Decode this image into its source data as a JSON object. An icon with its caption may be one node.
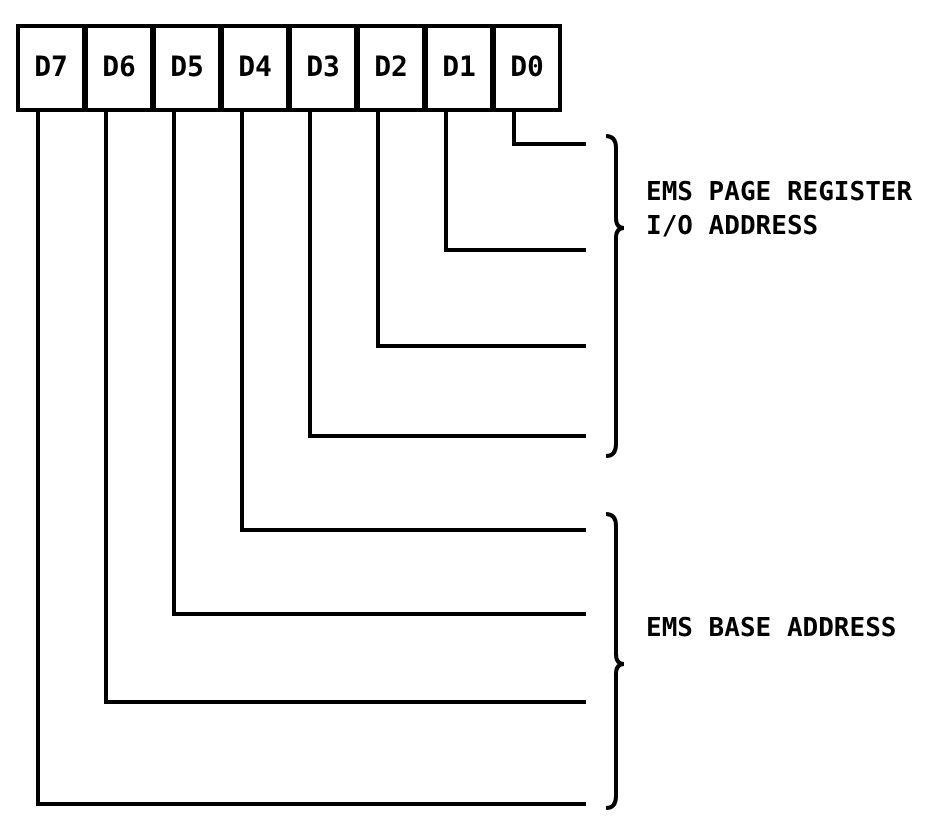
{
  "diagram": {
    "nodes": [
      {
        "text": [
          "D7"
        ]
      },
      {
        "text": [
          "D6"
        ]
      },
      {
        "text": [
          "D5"
        ]
      },
      {
        "text": [
          "D4"
        ]
      },
      {
        "text": [
          "D3"
        ]
      },
      {
        "text": [
          "D2"
        ]
      },
      {
        "text": [
          "D1"
        ]
      },
      {
        "text": [
          "D0"
        ]
      },
      {
        "text": [
          "EMS PAGE REGISTER I/O ADDRESS"
        ]
      },
      {
        "text": [
          "EMS BASE ADDRESS"
        ]
      }
    ],
    "edges": [
      {
        "from": 7,
        "to": 8,
        "arrow": "none"
      },
      {
        "from": 6,
        "to": 8,
        "arrow": "none"
      },
      {
        "from": 5,
        "to": 8,
        "arrow": "none"
      },
      {
        "from": 4,
        "to": 8,
        "arrow": "none"
      },
      {
        "from": 3,
        "to": 9,
        "arrow": "none"
      },
      {
        "from": 2,
        "to": 9,
        "arrow": "none"
      },
      {
        "from": 1,
        "to": 9,
        "arrow": "none"
      },
      {
        "from": 0,
        "to": 9,
        "arrow": "none"
      }
    ]
  }
}
